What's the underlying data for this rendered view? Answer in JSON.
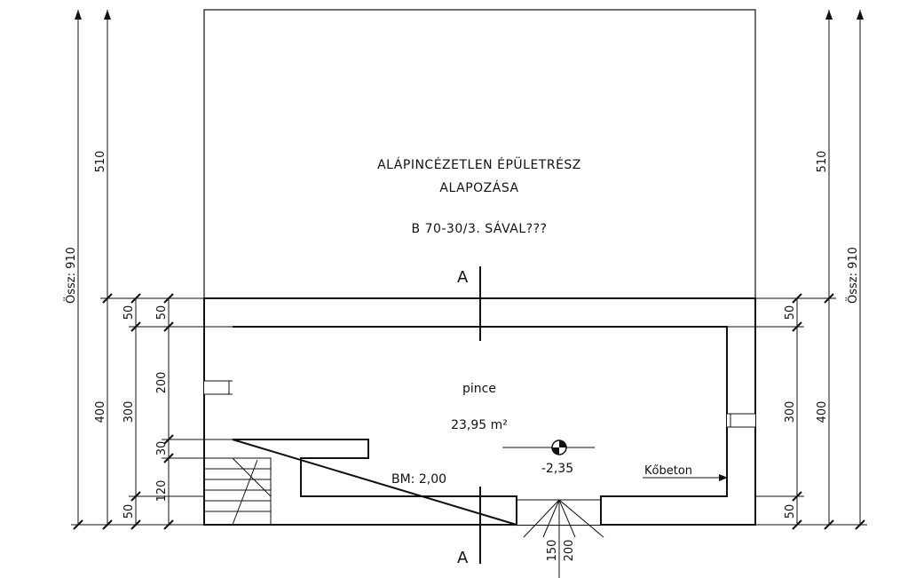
{
  "annex": {
    "line1": "ALÁPINCÉZETLEN ÉPÜLETRÉSZ",
    "line2": "ALAPOZÁSA",
    "line3": "B 70-30/3. SÁVAL???"
  },
  "room": {
    "name": "pince",
    "area": "23,95 m²",
    "bm": "BM: 2,00",
    "level": "-2,35",
    "material": "Kőbeton"
  },
  "section_label": "A",
  "dimensions": {
    "total": "Össz: 910",
    "d510": "510",
    "d400": "400",
    "d300": "300",
    "d200": "200",
    "d120": "120",
    "d50": "50",
    "d30": "30",
    "d150": "150"
  }
}
